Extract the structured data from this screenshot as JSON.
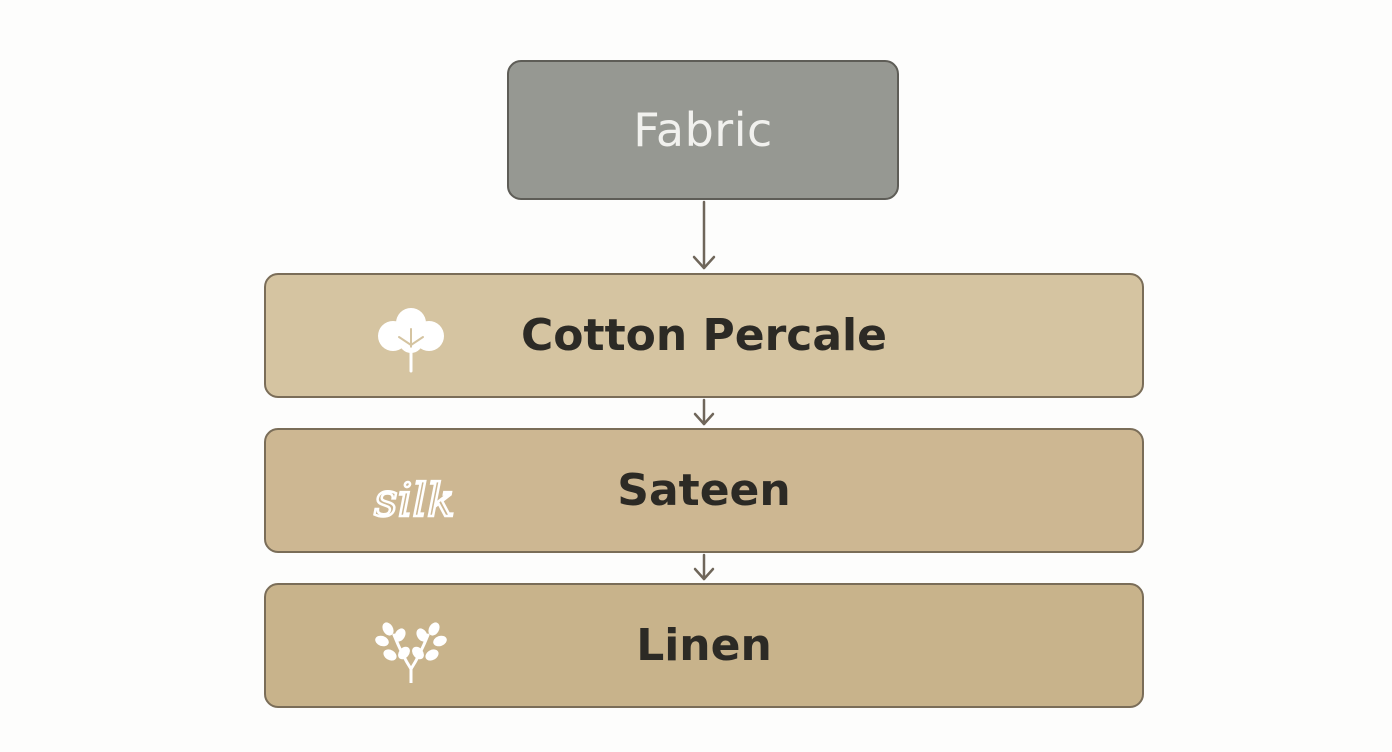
{
  "diagram": {
    "root": {
      "label": "Fabric",
      "color": "#969892"
    },
    "items": [
      {
        "label": "Cotton Percale",
        "icon": "cotton-boll-icon",
        "color": "#d5c4a1"
      },
      {
        "label": "Sateen",
        "icon": "silk-script-icon",
        "icon_text": "silk",
        "color": "#cdb792"
      },
      {
        "label": "Linen",
        "icon": "flax-sprig-icon",
        "color": "#c8b38b"
      }
    ],
    "arrow_color": "#6f665a",
    "border_color": "#7a6d58"
  }
}
